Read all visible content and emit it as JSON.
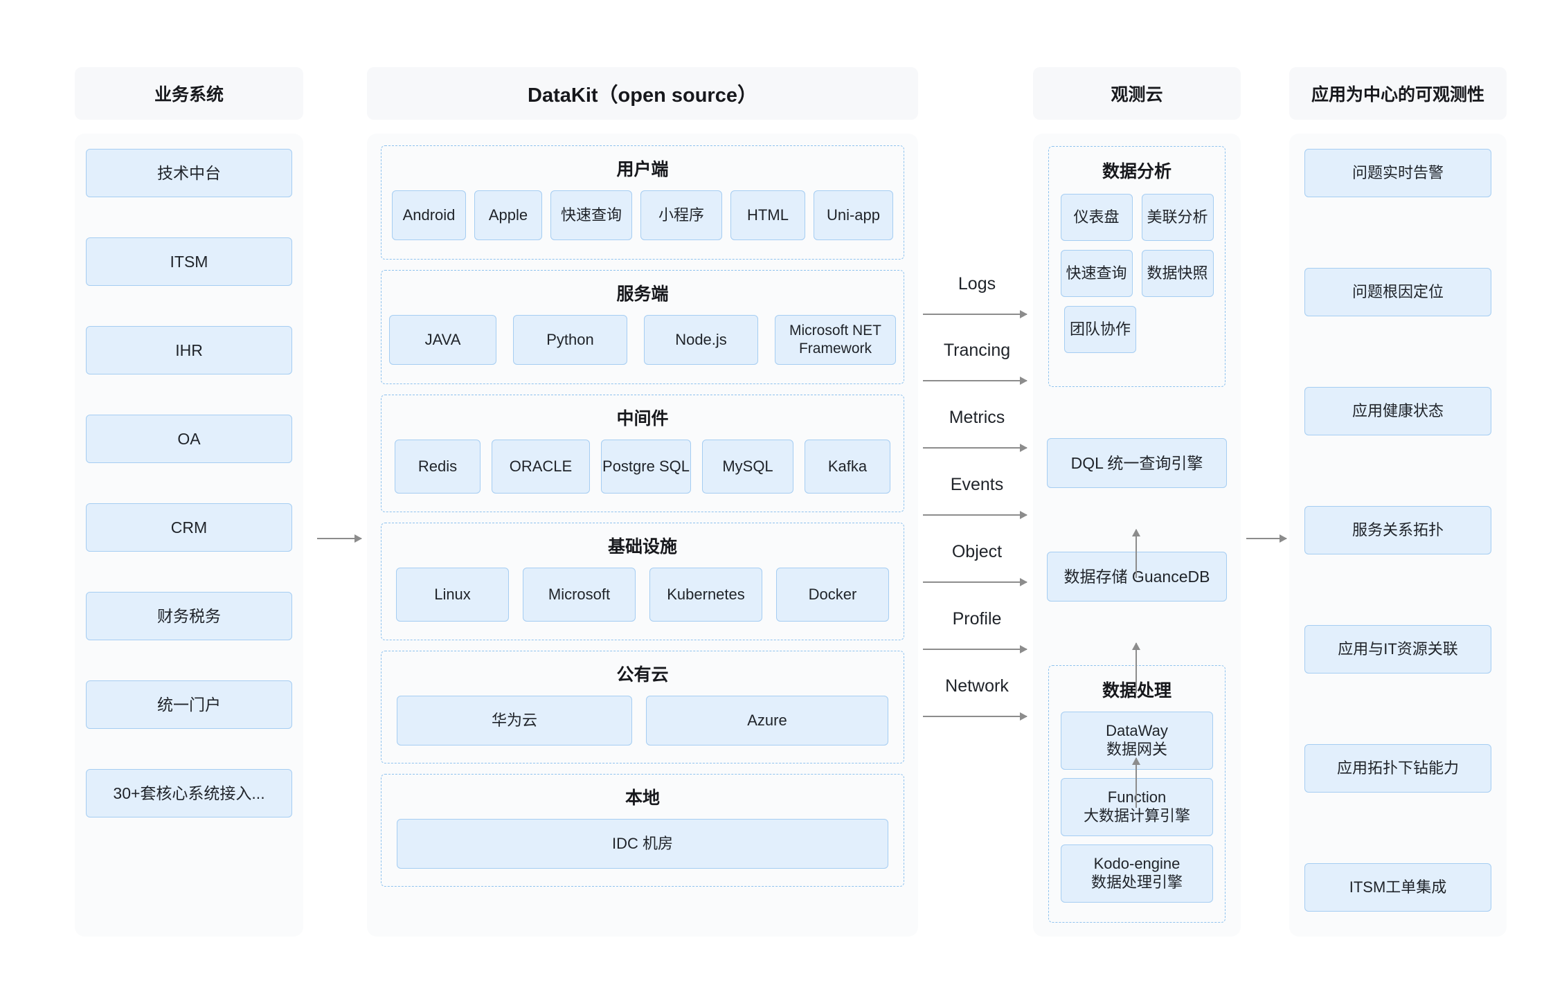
{
  "columns": {
    "business": {
      "title": "业务系统",
      "items": [
        {
          "label": "技术中台"
        },
        {
          "label": "ITSM"
        },
        {
          "label": "IHR"
        },
        {
          "label": "OA"
        },
        {
          "label": "CRM"
        },
        {
          "label": "财务税务"
        },
        {
          "label": "统一门户"
        },
        {
          "label": "30+套核心系统接入..."
        }
      ]
    },
    "datakit": {
      "title": "DataKit（open source）",
      "groups": [
        {
          "title": "用户端",
          "items": [
            {
              "label": "Android"
            },
            {
              "label": "Apple"
            },
            {
              "label": "快速查询"
            },
            {
              "label": "小程序"
            },
            {
              "label": "HTML"
            },
            {
              "label": "Uni-app"
            }
          ]
        },
        {
          "title": "服务端",
          "items": [
            {
              "label": "JAVA"
            },
            {
              "label": "Python"
            },
            {
              "label": "Node.js"
            },
            {
              "label": "Microsoft NET Framework"
            }
          ]
        },
        {
          "title": "中间件",
          "items": [
            {
              "label": "Redis"
            },
            {
              "label": "ORACLE"
            },
            {
              "label": "Postgre SQL"
            },
            {
              "label": "MySQL"
            },
            {
              "label": "Kafka"
            }
          ]
        },
        {
          "title": "基础设施",
          "items": [
            {
              "label": "Linux"
            },
            {
              "label": "Microsoft"
            },
            {
              "label": "Kubernetes"
            },
            {
              "label": "Docker"
            }
          ]
        },
        {
          "title": "公有云",
          "items": [
            {
              "label": "华为云"
            },
            {
              "label": "Azure"
            }
          ]
        },
        {
          "title": "本地",
          "items": [
            {
              "label": "IDC 机房"
            }
          ]
        }
      ]
    },
    "guance": {
      "title": "观测云",
      "analysis": {
        "title": "数据分析",
        "items": [
          {
            "label": "仪表盘"
          },
          {
            "label": "美联分析"
          },
          {
            "label": "快速查询"
          },
          {
            "label": "数据快照"
          },
          {
            "label": "团队协作"
          }
        ]
      },
      "dql": "DQL 统一查询引擎",
      "storage": "数据存储 GuanceDB",
      "processing": {
        "title": "数据处理",
        "items": [
          {
            "line1": "DataWay",
            "line2": "数据网关"
          },
          {
            "line1": "Function",
            "line2": "大数据计算引擎"
          },
          {
            "line1": "Kodo-engine",
            "line2": "数据处理引擎"
          }
        ]
      }
    },
    "observability": {
      "title": "应用为中心的可观测性",
      "items": [
        {
          "label": "问题实时告警"
        },
        {
          "label": "问题根因定位"
        },
        {
          "label": "应用健康状态"
        },
        {
          "label": "服务关系拓扑"
        },
        {
          "label": "应用与IT资源关联"
        },
        {
          "label": "应用拓扑下钻能力"
        },
        {
          "label": "ITSM工单集成"
        }
      ]
    }
  },
  "flows": [
    {
      "label": "Logs"
    },
    {
      "label": "Trancing"
    },
    {
      "label": "Metrics"
    },
    {
      "label": "Events"
    },
    {
      "label": "Object"
    },
    {
      "label": "Profile"
    },
    {
      "label": "Network"
    }
  ],
  "colors": {
    "chip_fill": "#e2effc",
    "chip_border": "#a5cdf2",
    "panel_bg": "#fafbfc",
    "header_bg": "#f7f8fa",
    "dashed_border": "#8ec2ee",
    "arrow": "#8c8c8c",
    "page_bg": "#ffffff"
  }
}
